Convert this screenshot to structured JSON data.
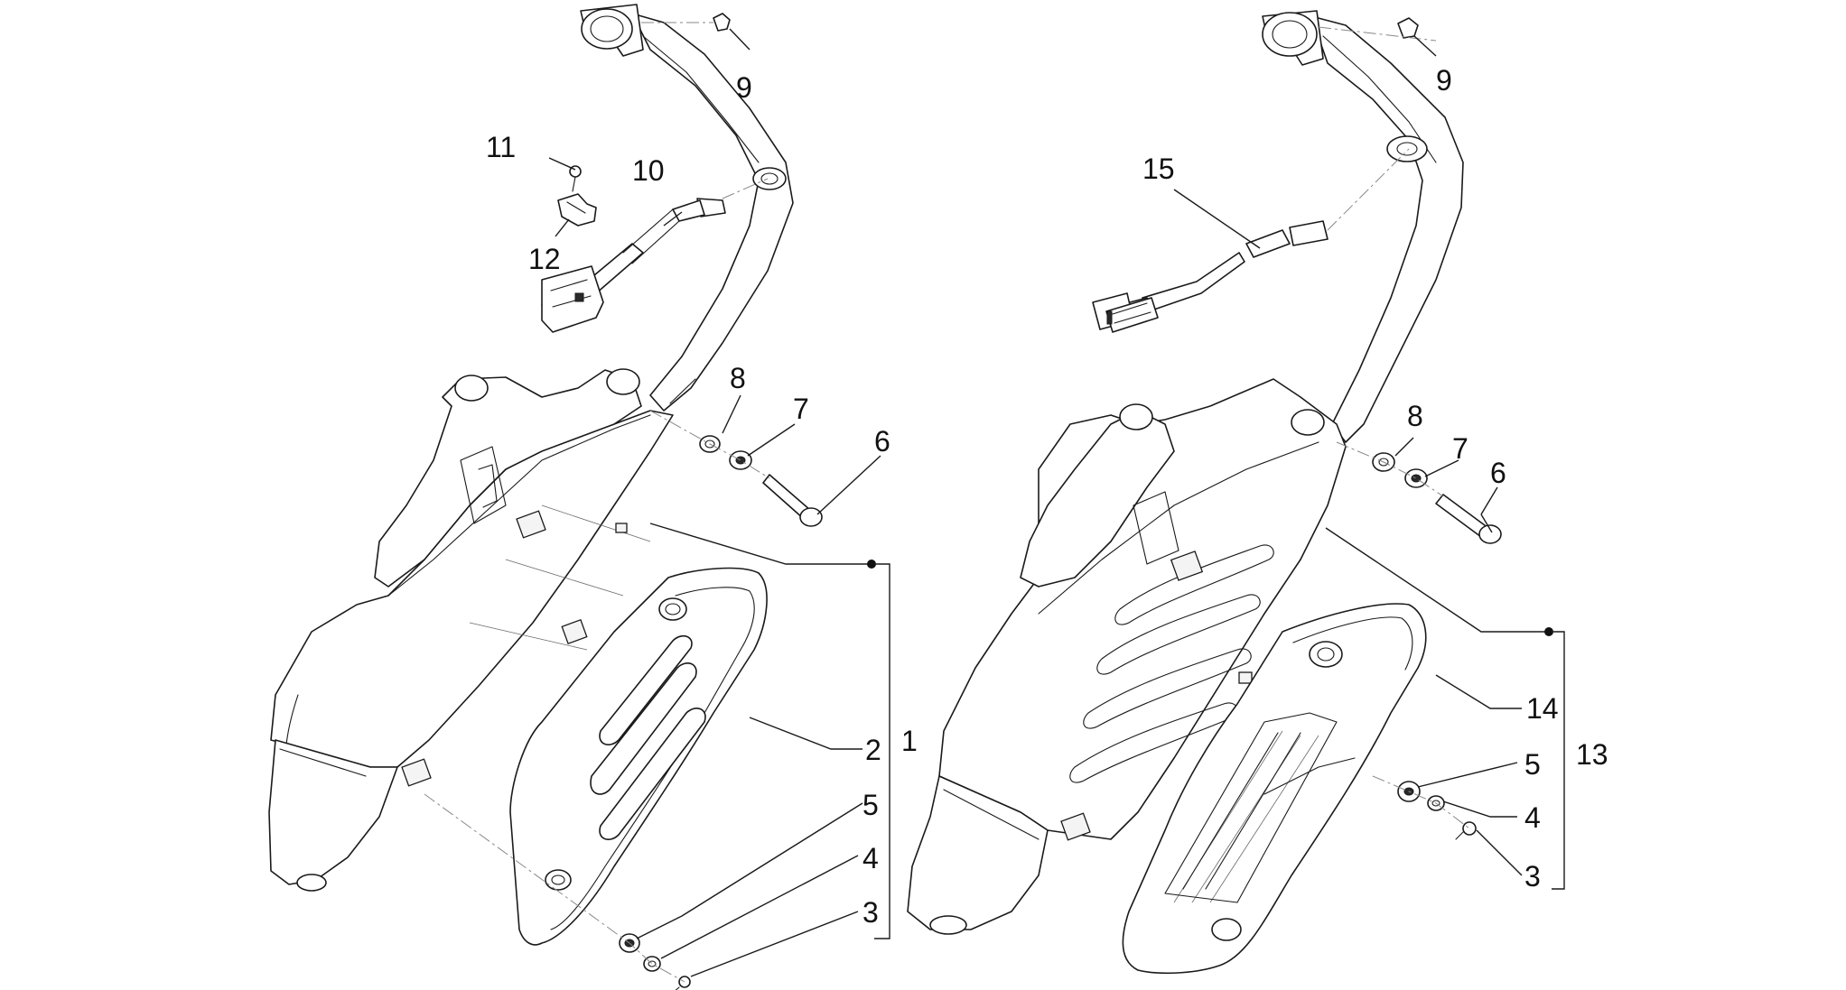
{
  "callouts": {
    "left": {
      "c1": "1",
      "c2": "2",
      "c3": "3",
      "c4": "4",
      "c5": "5",
      "c6": "6",
      "c7": "7",
      "c8": "8",
      "c9": "9",
      "c10": "10",
      "c11": "11",
      "c12": "12"
    },
    "right": {
      "c3": "3",
      "c4": "4",
      "c5": "5",
      "c6": "6",
      "c7": "7",
      "c8": "8",
      "c9": "9",
      "c13": "13",
      "c14": "14",
      "c15": "15"
    }
  }
}
